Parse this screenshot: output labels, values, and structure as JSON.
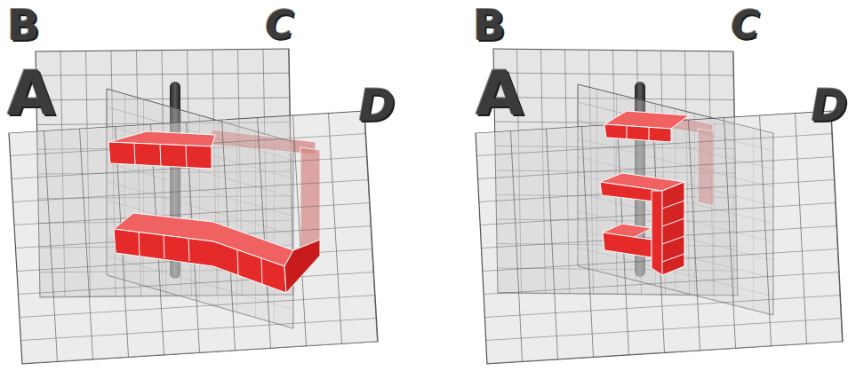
{
  "diagram": {
    "labels": [
      "B",
      "C",
      "A",
      "D",
      "B",
      "C",
      "A",
      "D"
    ]
  }
}
